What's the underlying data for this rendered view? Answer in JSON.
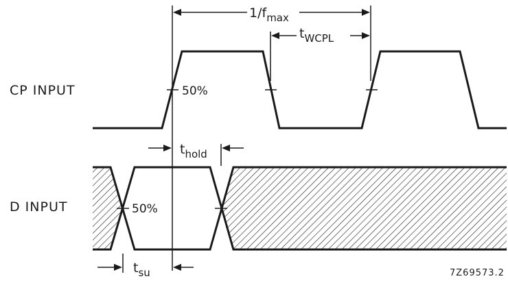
{
  "labels": {
    "cp_input": "CP INPUT",
    "d_input": "D INPUT",
    "cp_threshold": "50%",
    "d_threshold": "50%",
    "figure_ref": "7Z69573.2"
  },
  "timing": {
    "period": {
      "prefix": "1/f",
      "subscript": "max"
    },
    "clock_low_width": {
      "prefix": "t",
      "subscript": "WCPL"
    },
    "hold_time": {
      "prefix": "t",
      "subscript": "hold"
    },
    "setup_time": {
      "prefix": "t",
      "subscript": "su"
    }
  }
}
